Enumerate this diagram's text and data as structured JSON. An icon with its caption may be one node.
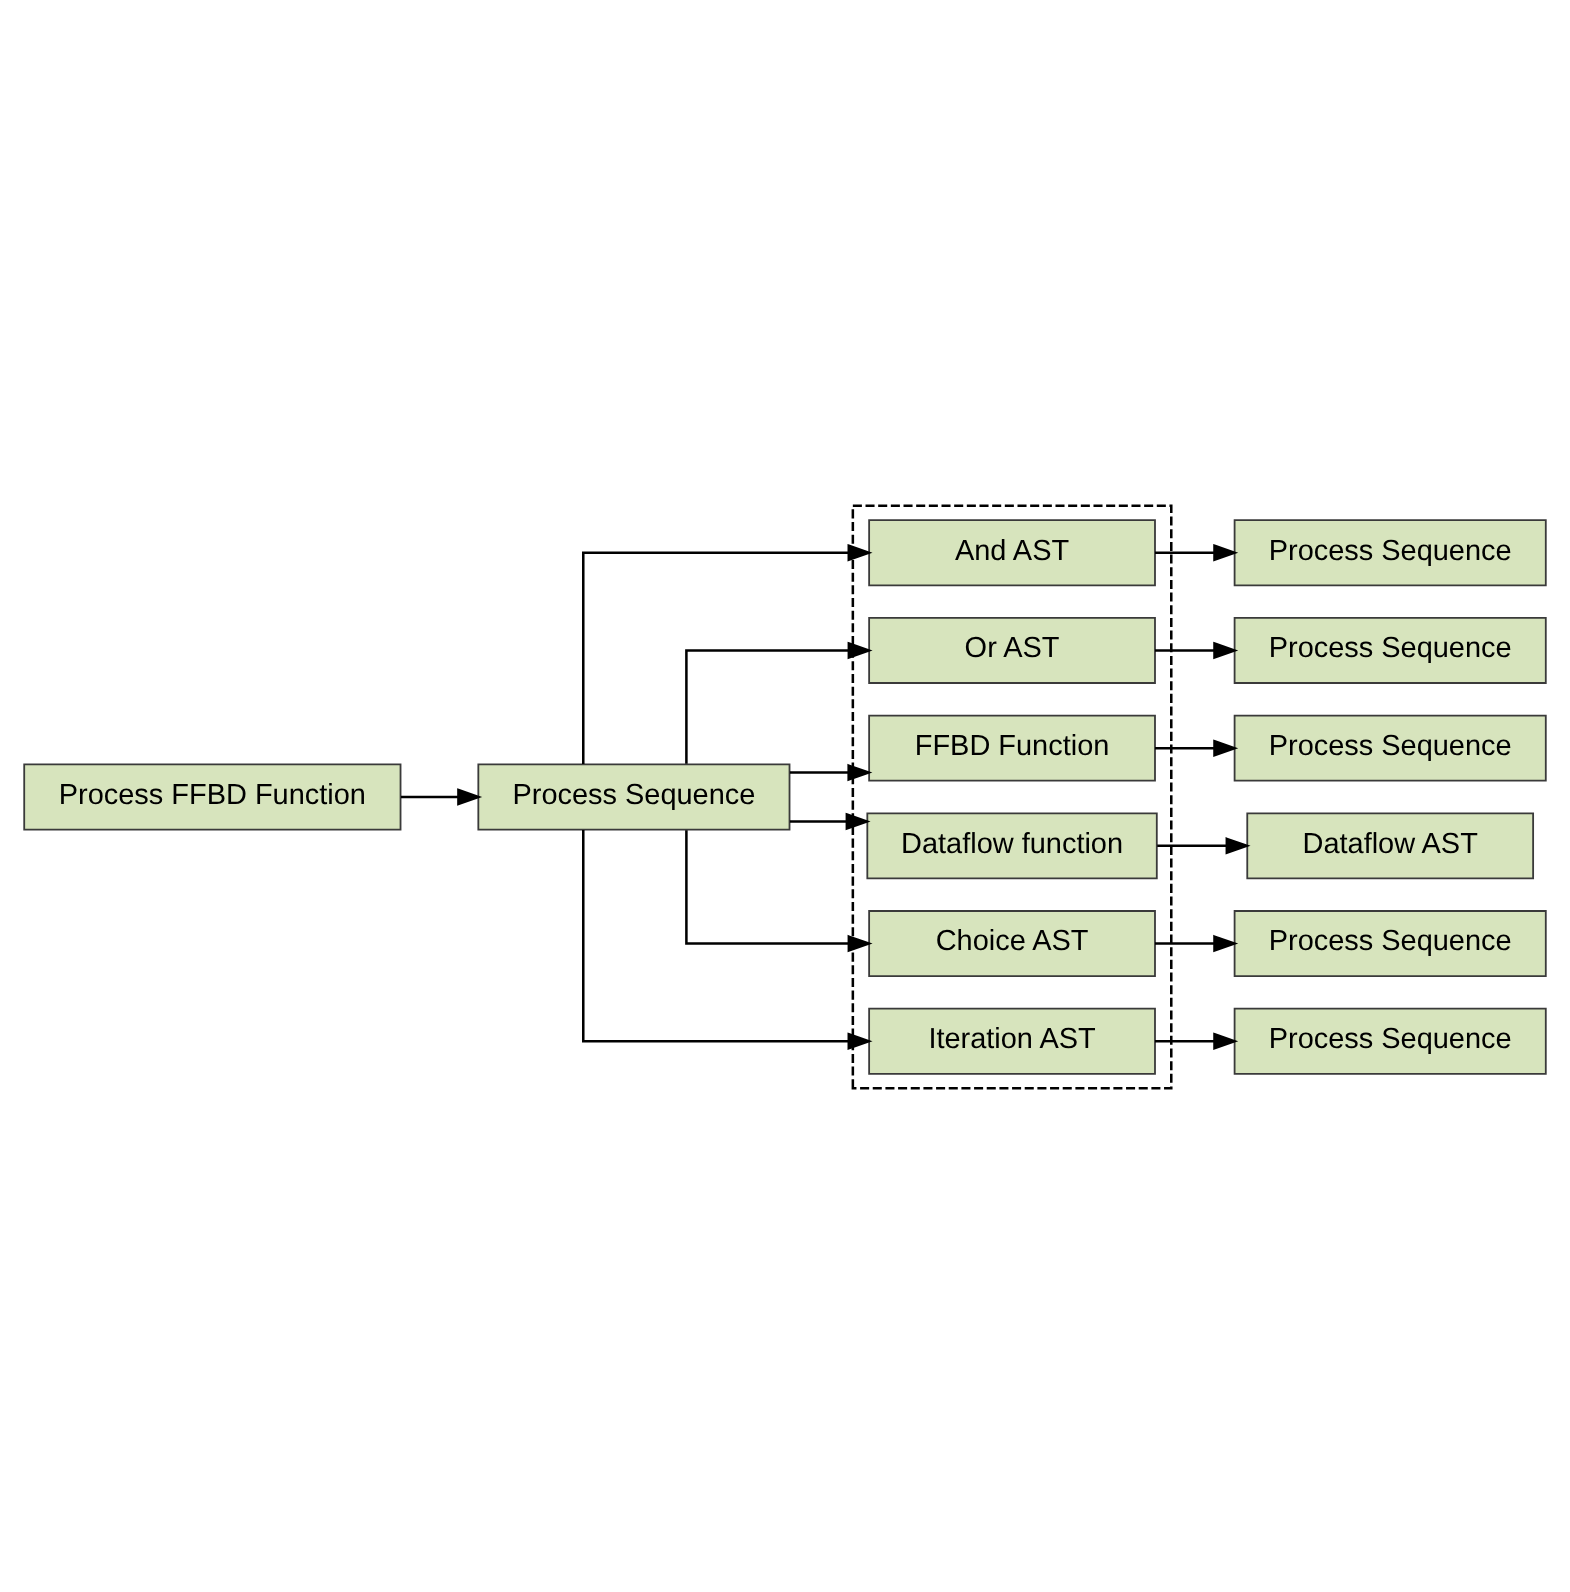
{
  "diagram": {
    "nodes": [
      {
        "text": [
          "Process FFBD Function"
        ]
      },
      {
        "text": [
          "Process Sequence"
        ]
      },
      {
        "text": [],
        "shape": "box"
      },
      {
        "text": [
          "And AST"
        ],
        "in": 2
      },
      {
        "text": [
          "Process Sequence"
        ]
      },
      {
        "text": [
          "Or AST"
        ],
        "in": 2
      },
      {
        "text": [
          "Process Sequence"
        ]
      },
      {
        "text": [
          "FFBD Function"
        ],
        "in": 2
      },
      {
        "text": [
          "Process Sequence"
        ]
      },
      {
        "text": [
          "Dataflow function"
        ],
        "in": 2
      },
      {
        "text": [
          "Dataflow AST"
        ]
      },
      {
        "text": [
          "Choice AST"
        ],
        "in": 2
      },
      {
        "text": [
          "Process Sequence"
        ]
      },
      {
        "text": [
          "Iteration AST"
        ],
        "in": 2
      },
      {
        "text": [
          "Process Sequence"
        ]
      }
    ],
    "edges": [
      {
        "from": 0,
        "to": 1,
        "arrow": "to"
      },
      {
        "from": 1,
        "to": 3,
        "arrow": "to"
      },
      {
        "from": 1,
        "to": 5,
        "arrow": "to"
      },
      {
        "from": 1,
        "to": 7,
        "arrow": "to"
      },
      {
        "from": 1,
        "to": 9,
        "arrow": "to"
      },
      {
        "from": 1,
        "to": 11,
        "arrow": "to"
      },
      {
        "from": 1,
        "to": 13,
        "arrow": "to"
      },
      {
        "from": 3,
        "to": 4,
        "arrow": "to"
      },
      {
        "from": 5,
        "to": 6,
        "arrow": "to"
      },
      {
        "from": 7,
        "to": 8,
        "arrow": "to"
      },
      {
        "from": 9,
        "to": 10,
        "arrow": "to"
      },
      {
        "from": 11,
        "to": 12,
        "arrow": "to"
      },
      {
        "from": 13,
        "to": 14,
        "arrow": "to"
      }
    ]
  }
}
